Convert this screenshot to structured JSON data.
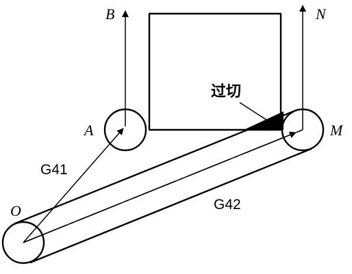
{
  "points": {
    "origin": "O",
    "start": "A",
    "end": "M"
  },
  "axes": {
    "left": "B",
    "right": "N"
  },
  "codes": {
    "left_comp": "G41",
    "right_comp": "G42"
  },
  "overcut_label": "过切"
}
